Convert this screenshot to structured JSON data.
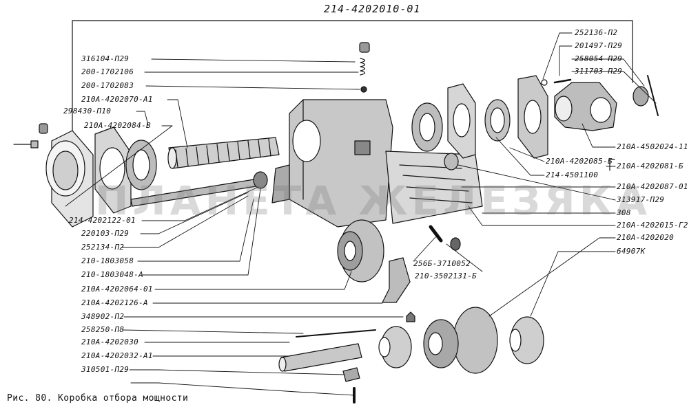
{
  "title": "214-4202010-01",
  "caption": "Рис. 80. Коробка отбора мощности",
  "watermark": "ПЛАНЕТА ЖЕЛЕЗЯКА",
  "labels_left": [
    "316104-П29",
    "200-1702106",
    "200-1702083",
    "210А-4202070-А1",
    "298430-П10",
    "210А-4202084-В",
    "214-4202122-01",
    "220103-П29",
    "252134-П2",
    "210-1803058",
    "210-1803048-А",
    "210А-4202064-01",
    "210А-4202126-А",
    "348902-П2",
    "258250-П8",
    "210А-4202030",
    "210А-4202032-А1",
    "310501-П29"
  ],
  "labels_right": [
    "252136-П2",
    "201497-П29",
    "258054-П29",
    "311703-П29",
    "210А-4502024-11",
    "210А-4202085-Б",
    "210А-4202081-Б",
    "214-4501100",
    "210А-4202087-01",
    "313917-П29",
    "308",
    "210А-4202015-Г2",
    "210А-4202020",
    "64907К"
  ],
  "labels_center": [
    "256Б-3710052",
    "210-3502131-Б"
  ]
}
